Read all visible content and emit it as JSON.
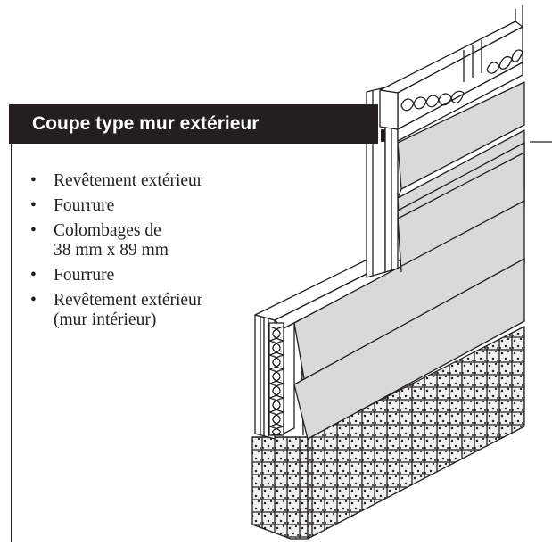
{
  "figure": {
    "title": "Coupe type mur extérieur",
    "legend_items": [
      "Revêtement extérieur",
      "Fourrure",
      "Colombages de\n38 mm x 89 mm",
      "Fourrure",
      "Revêtement extérieur\n(mur intérieur)"
    ],
    "bullet": "•"
  },
  "colors": {
    "title_background": "#231f20",
    "title_text": "#ffffff",
    "siding": "#d9d9da",
    "concrete": "#f1f1f1",
    "ink": "#231f20"
  }
}
